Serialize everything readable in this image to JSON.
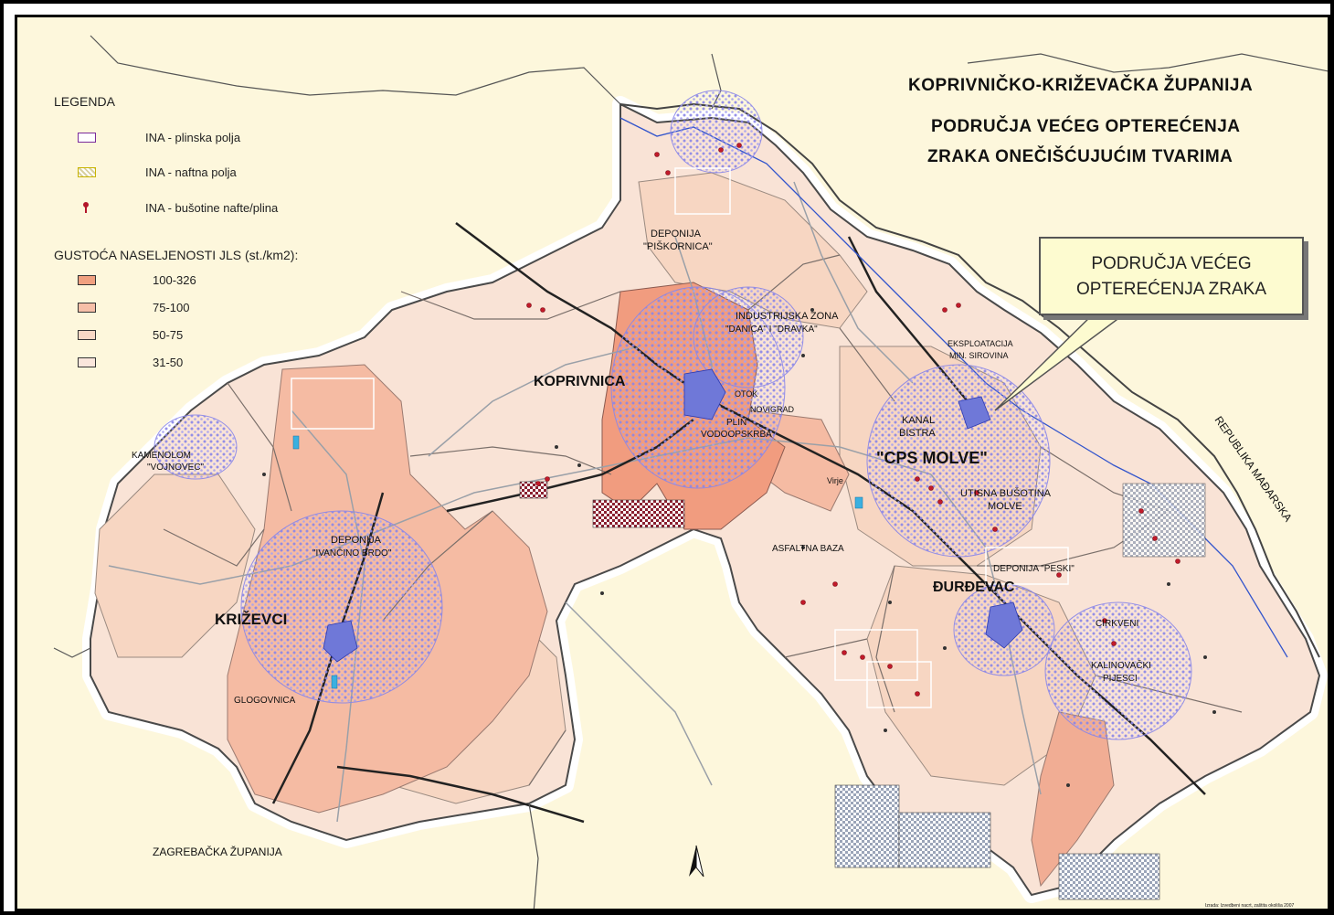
{
  "title": {
    "line1": "KOPRIVNIČKO-KRIŽEVAČKA ŽUPANIJA",
    "line2": "PODRUČJA VEĆEG OPTEREĆENJA",
    "line3": "ZRAKA ONEČIŠĆUJUĆIM TVARIMA"
  },
  "legend": {
    "heading": "LEGENDA",
    "items": [
      {
        "label": "INA - plinska polja",
        "color": "#7a2a9a"
      },
      {
        "label": "INA - naftna polja",
        "color": "#c8b400"
      },
      {
        "label": "INA - bušotine nafte/plina",
        "color": "#b3162a"
      }
    ],
    "density_heading": "GUSTOĆA NASELJENOSTI JLS (st./km2):",
    "density": [
      {
        "label": "100-326",
        "color": "#f0a080"
      },
      {
        "label": "75-100",
        "color": "#f6bfa8"
      },
      {
        "label": "50-75",
        "color": "#f8d8c5"
      },
      {
        "label": "31-50",
        "color": "#fae6dc"
      }
    ]
  },
  "callout": {
    "line1": "PODRUČJA VEĆEG",
    "line2": "OPTEREĆENJA ZRAKA"
  },
  "places": {
    "koprivnica": "KOPRIVNICA",
    "krizevci": "KRIŽEVCI",
    "durdevac": "ĐURĐEVAC",
    "cps_molve": "\"CPS MOLVE\"",
    "zagrebacka": "ZAGREBAČKA ŽUPANIJA",
    "madarska": "REPUBLIKA MAĐARSKA",
    "deponija_piskornica": "DEPONIJA",
    "deponija_piskornica2": "\"PIŠKORNICA\"",
    "ind_zona1": "INDUSTRIJSKA ZONA",
    "ind_zona2": "\"DANICA\" I \"DRAVKA\"",
    "eksploatacija1": "EKSPLOATACIJA",
    "eksploatacija2": "MIN. SIROVINA",
    "kanal": "KANAL",
    "bistra": "BISTRA",
    "utisna1": "UTISNA BUŠOTINA",
    "utisna2": "MOLVE",
    "deponija_ivanc1": "DEPONIJA",
    "deponija_ivanc2": "\"IVANČINO BRDO\"",
    "kamengrad1": "KAMENOLOM",
    "kamengrad2": "\"VOJNOVEC\"",
    "glogovnica": "GLOGOVNICA",
    "asfaltna": "ASFALTNA BAZA",
    "deponija_peski": "DEPONIJA \"PESKI\"",
    "cirkveni": "CIRKVENI",
    "kalinovacki1": "KALINOVAČKI",
    "kalinovacki2": "PIJESCI",
    "plin_vodo1": "PLIN",
    "plin_vodo2": "VODOOPSKRBA",
    "otok": "OTOK",
    "virje": "Virje",
    "novigrad": "NOVIGRAD",
    "credit": "Izrada: Izvedbeni nacrt, zaštita okoliša 2007"
  },
  "north_symbol": "N"
}
